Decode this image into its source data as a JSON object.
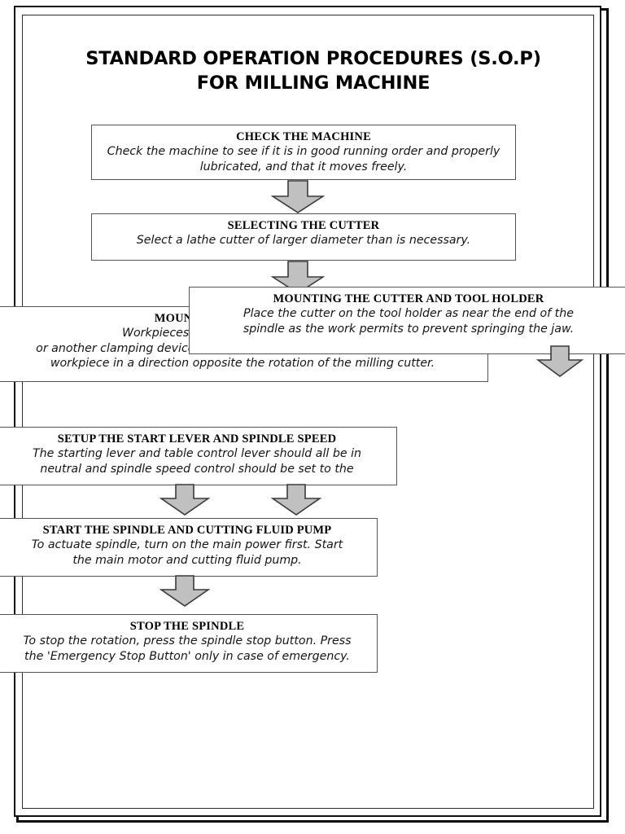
{
  "document": {
    "title_line1": "STANDARD OPERATION PROCEDURES (S.O.P)",
    "title_line2": "FOR MILLING MACHINE"
  },
  "flowchart": {
    "type": "flowchart",
    "orientation": "top-to-bottom",
    "box_fill": "#ffffff",
    "box_border": "#555555",
    "arrow_fill": "#c0c0c0",
    "arrow_stroke": "#3a3a3a",
    "steps": [
      {
        "id": "check-the-machine",
        "heading": "CHECK THE MACHINE",
        "body": "Check the machine to see if it is in good running order and properly\nlubricated, and that it moves freely."
      },
      {
        "id": "selecting-the-cutter",
        "heading": "SELECTING THE CUTTER",
        "body": "Select a lathe cutter of larger diameter than is necessary."
      },
      {
        "id": "mounting-the-workpiece",
        "heading": "MOUNTING THE WORKPIECE",
        "body": "Workpieces must be mounted on the vise\nor another clamping devices that suitable with the workpiece. Feed the\nworkpiece in a direction opposite the rotation of the milling cutter."
      },
      {
        "id": "mounting-the-cutter-and-tool-holder",
        "heading": "MOUNTING THE CUTTER AND TOOL HOLDER",
        "body": "Place the cutter on the tool holder as near the end of the\nspindle as the work permits to prevent springing the jaw."
      },
      {
        "id": "setup-the-start-lever-and-spindle-speed",
        "heading": "SETUP THE START LEVER AND SPINDLE SPEED",
        "body": "The starting lever and table control lever should all be in\nneutral and spindle speed control should be set to the"
      },
      {
        "id": "start-the-spindle-and-cutting-fluid-pump",
        "heading": "START THE SPINDLE AND CUTTING FLUID PUMP",
        "body": "To actuate spindle, turn on the main power first. Start\nthe main motor and cutting fluid pump."
      },
      {
        "id": "stop-the-spindle",
        "heading": "STOP THE SPINDLE",
        "body": "To stop the rotation, press the spindle stop button. Press\nthe 'Emergency Stop Button' only in case of emergency."
      }
    ],
    "connectors": [
      {
        "id": "connector-1",
        "from": "check-the-machine",
        "to": "selecting-the-cutter",
        "icon": "down-arrow-icon"
      },
      {
        "id": "connector-2",
        "from": "selecting-the-cutter",
        "to": "mounting-the-workpiece",
        "icon": "down-arrow-icon"
      },
      {
        "id": "connector-3",
        "from": "mounting-the-cutter-and-tool-holder",
        "to": "setup-the-start-lever-and-spindle-speed",
        "icon": "down-arrow-icon"
      },
      {
        "id": "connector-4a",
        "from": "mounting-the-workpiece",
        "to": "setup-the-start-lever-and-spindle-speed",
        "icon": "down-arrow-icon"
      },
      {
        "id": "connector-4b",
        "from": "mounting-the-workpiece",
        "to": "setup-the-start-lever-and-spindle-speed",
        "icon": "down-arrow-icon"
      },
      {
        "id": "connector-5",
        "from": "setup-the-start-lever-and-spindle-speed",
        "to": "start-the-spindle-and-cutting-fluid-pump",
        "icon": "down-arrow-icon"
      },
      {
        "id": "connector-6",
        "from": "start-the-spindle-and-cutting-fluid-pump",
        "to": "stop-the-spindle",
        "icon": "down-arrow-icon"
      }
    ]
  }
}
